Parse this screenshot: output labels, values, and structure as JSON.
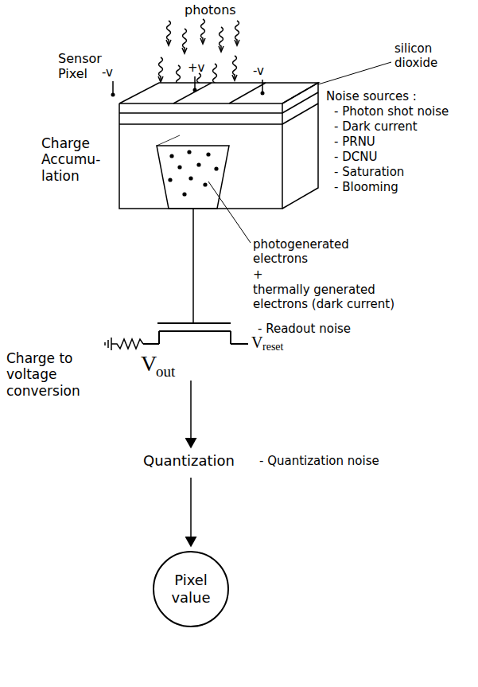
{
  "diagram": {
    "nodes": [
      {
        "text": [
          "Pixel value"
        ]
      }
    ],
    "labels": [
      "photons",
      "silicon dioxide",
      "Sensor Pixel",
      "-v",
      "+v",
      "-v",
      "Noise sources :",
      "- Photon shot noise",
      "- Dark current",
      "- PRNU",
      "- DCNU",
      "- Saturation",
      "- Blooming",
      "Charge Accumu- lation",
      "photogenerated electrons",
      "+",
      "thermally generated electrons (dark current)",
      "Charge to voltage conversion",
      "V",
      "out",
      "V",
      "reset",
      "- Readout noise",
      "Quantization",
      "- Quantization noise"
    ]
  }
}
